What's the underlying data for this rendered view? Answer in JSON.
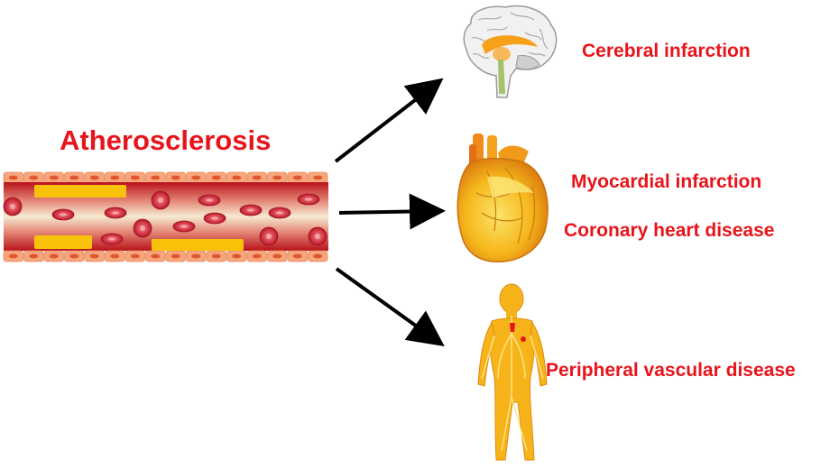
{
  "diagram": {
    "title": "Atherosclerosis",
    "outcomes": [
      {
        "organ": "brain",
        "labels": [
          "Cerebral infarction"
        ]
      },
      {
        "organ": "heart",
        "labels": [
          "Myocardial infarction",
          "Coronary heart disease"
        ]
      },
      {
        "organ": "body",
        "labels": [
          "Peripheral vascular disease"
        ]
      }
    ],
    "colors": {
      "label_text": "#e8141b",
      "vessel_wall": "#f6a57c",
      "lumen_edge": "#c0161c",
      "lumen_center": "#f4e4c0",
      "plaque": "#f8c20b",
      "blood_cell": "#d83a48",
      "arrow": "#000000",
      "organ_fill": "#f7b41a"
    }
  }
}
